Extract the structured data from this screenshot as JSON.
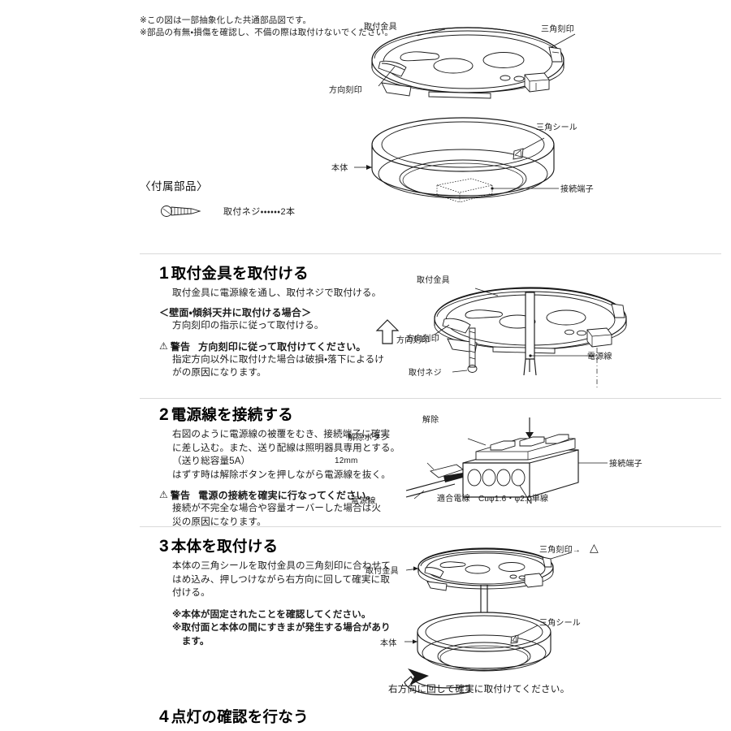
{
  "notes": {
    "line1": "※この図は一部抽象化した共通部品図です。",
    "line2": "※部品の有無・損傷を確認し、不備の際は取付けないでください。"
  },
  "fig_bracket": {
    "label_bracket": "取付金具",
    "label_triangle_mark": "三角刻印",
    "label_direction_mark": "方向刻印"
  },
  "fig_body": {
    "label_triangle_seal": "三角シール",
    "label_body": "本体",
    "label_terminal": "接続端子"
  },
  "accessories": {
    "title": "〈付属部品〉",
    "items": [
      {
        "icon": "screw-icon",
        "label": "取付ネジ・・・・・・2本"
      }
    ]
  },
  "steps": [
    {
      "number": "1",
      "title": "取付金具を取付ける",
      "body": "取付金具に電源線を通し、取付ネジで取付ける。",
      "sub_head": "＜壁面・傾斜天井に取付ける場合＞",
      "sub_body": "方向刻印の指示に従って取付ける。",
      "warn_mark": "⚠",
      "warn_label": "警告",
      "warn_title": "方向刻印に従って取付けてください。",
      "warn_body_1": "指定方向以外に取付けた場合は破損・落下によるけ",
      "warn_body_2": "がの原因になります。",
      "figure": {
        "label_bracket": "取付金具",
        "label_direction_mark": "方向刻印",
        "label_power_line": "電源線",
        "label_screw": "取付ネジ",
        "label_arrow_direction": "方向刻印"
      }
    },
    {
      "number": "2",
      "title": "電源線を接続する",
      "body_1": "右図のように電源線の被覆をむき、接続端子に確実",
      "body_2": "に差し込む。また、送り配線は照明器具専用とする。",
      "body_3": "（送り総容量5A）",
      "body_4": "はずす時は解除ボタンを押しながら電源線を抜く。",
      "warn_mark": "⚠",
      "warn_label": "警告",
      "warn_title": "電源の接続を確実に行なってください。",
      "warn_body_1": "接続が不完全な場合や容量オーバーした場合は火",
      "warn_body_2": "災の原因になります。",
      "figure": {
        "label_release": "解除",
        "label_release_button": "解除ボタン",
        "label_terminal": "接続端子",
        "label_strip_length": "12mm",
        "label_n_terminal": "N",
        "label_power_line": "電源線",
        "label_wire_spec": "適合電線　Cuφ1.6・φ2.0単線"
      }
    },
    {
      "number": "3",
      "title": "本体を取付ける",
      "body_1": "本体の三角シールを取付金具の三角刻印に合わせて",
      "body_2": "はめ込み、押しつけながら右方向に回して確実に取",
      "body_3": "付ける。",
      "note_1": "※本体が固定されたことを確認してください。",
      "note_2": "※取付面と本体の間にすきまが発生する場合があり",
      "note_3": "　ます。",
      "figure": {
        "label_triangle_mark": "三角刻印→",
        "label_triangle_glyph": "△",
        "label_bracket": "取付金具",
        "label_triangle_seal": "三角シール",
        "label_body": "本体",
        "caption": "右方向に回して確実に取付けてください。"
      }
    },
    {
      "number": "4",
      "title": "点灯の確認を行なう"
    }
  ],
  "colors": {
    "ink": "#1a1a1a",
    "paper": "#ffffff",
    "rule": "#d9d9d9"
  }
}
